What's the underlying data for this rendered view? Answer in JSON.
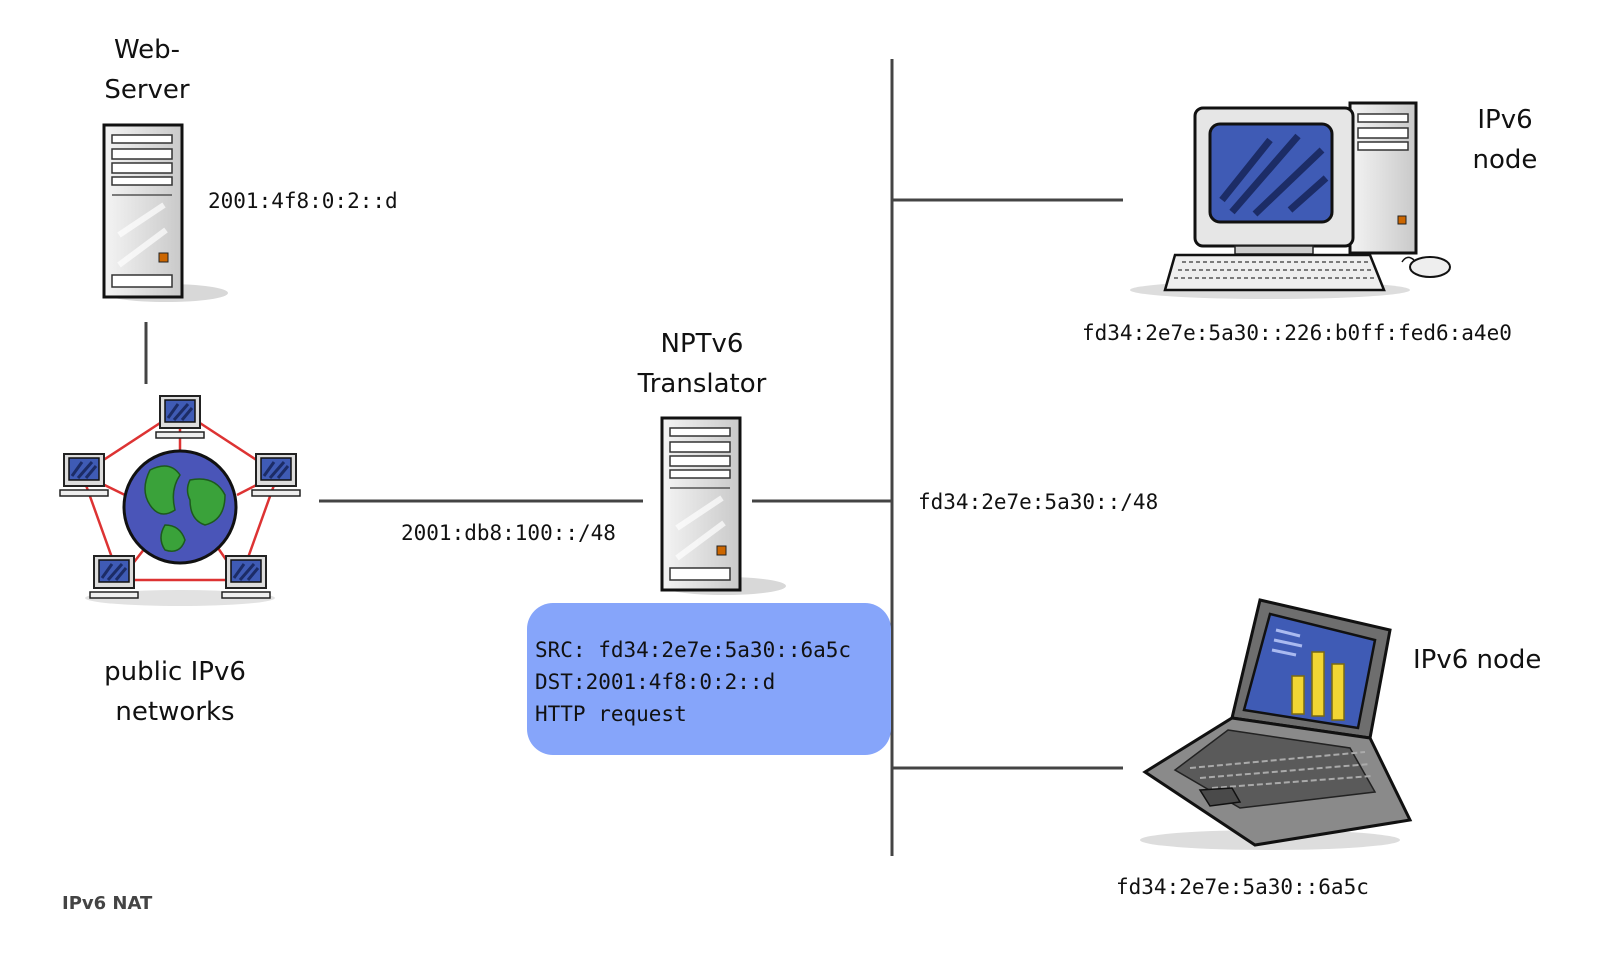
{
  "colors": {
    "line": "#444444",
    "packet_fill": "#86a5fa",
    "screen": "#3f5bb5",
    "earth_water": "#4a55b8",
    "earth_land": "#3aa23a",
    "ring": "#dd3333",
    "chart_bars": "#f2d534",
    "laptop_body": "#6e6e6e"
  },
  "icons": [
    "server-icon",
    "globe-network-icon",
    "desktop-computer-icon",
    "laptop-icon"
  ],
  "web_server": {
    "label_line1": "Web-",
    "label_line2": "Server",
    "address": "2001:4f8:0:2::d"
  },
  "public_network": {
    "label_line1": "public IPv6",
    "label_line2": "networks"
  },
  "translator": {
    "label_line1": "NPTv6",
    "label_line2": "Translator",
    "outer_prefix": "2001:db8:100::/48",
    "inner_prefix": "fd34:2e7e:5a30::/48"
  },
  "desktop_node": {
    "label_line1": "IPv6",
    "label_line2": "node",
    "address": "fd34:2e7e:5a30::226:b0ff:fed6:a4e0"
  },
  "laptop_node": {
    "label": "IPv6 node",
    "address": "fd34:2e7e:5a30::6a5c"
  },
  "packet": {
    "src": "SRC: fd34:2e7e:5a30::6a5c",
    "dst": "DST:2001:4f8:0:2::d",
    "payload": "HTTP request"
  },
  "caption": "IPv6 NAT"
}
